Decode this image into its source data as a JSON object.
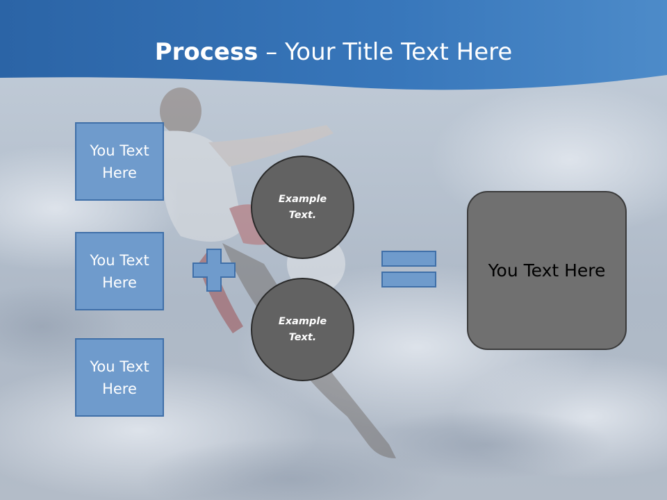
{
  "slide": {
    "title_bold": "Process",
    "title_rest": " – Your Title Text Here"
  },
  "inputs": [
    {
      "label": "You Text Here"
    },
    {
      "label": "You Text Here"
    },
    {
      "label": "You Text Here"
    }
  ],
  "operands": [
    {
      "label": "Example Text."
    },
    {
      "label": "Example Text."
    }
  ],
  "result": {
    "label": "You Text Here"
  },
  "colors": {
    "header_blue": "#2f6aab",
    "box_fill": "#6f9bcc",
    "box_border": "#3f6fa8",
    "circle_fill": "#626262",
    "result_fill": "#707070"
  },
  "icons": {
    "operator_plus": "plus-icon",
    "operator_equals": "equals-icon"
  }
}
